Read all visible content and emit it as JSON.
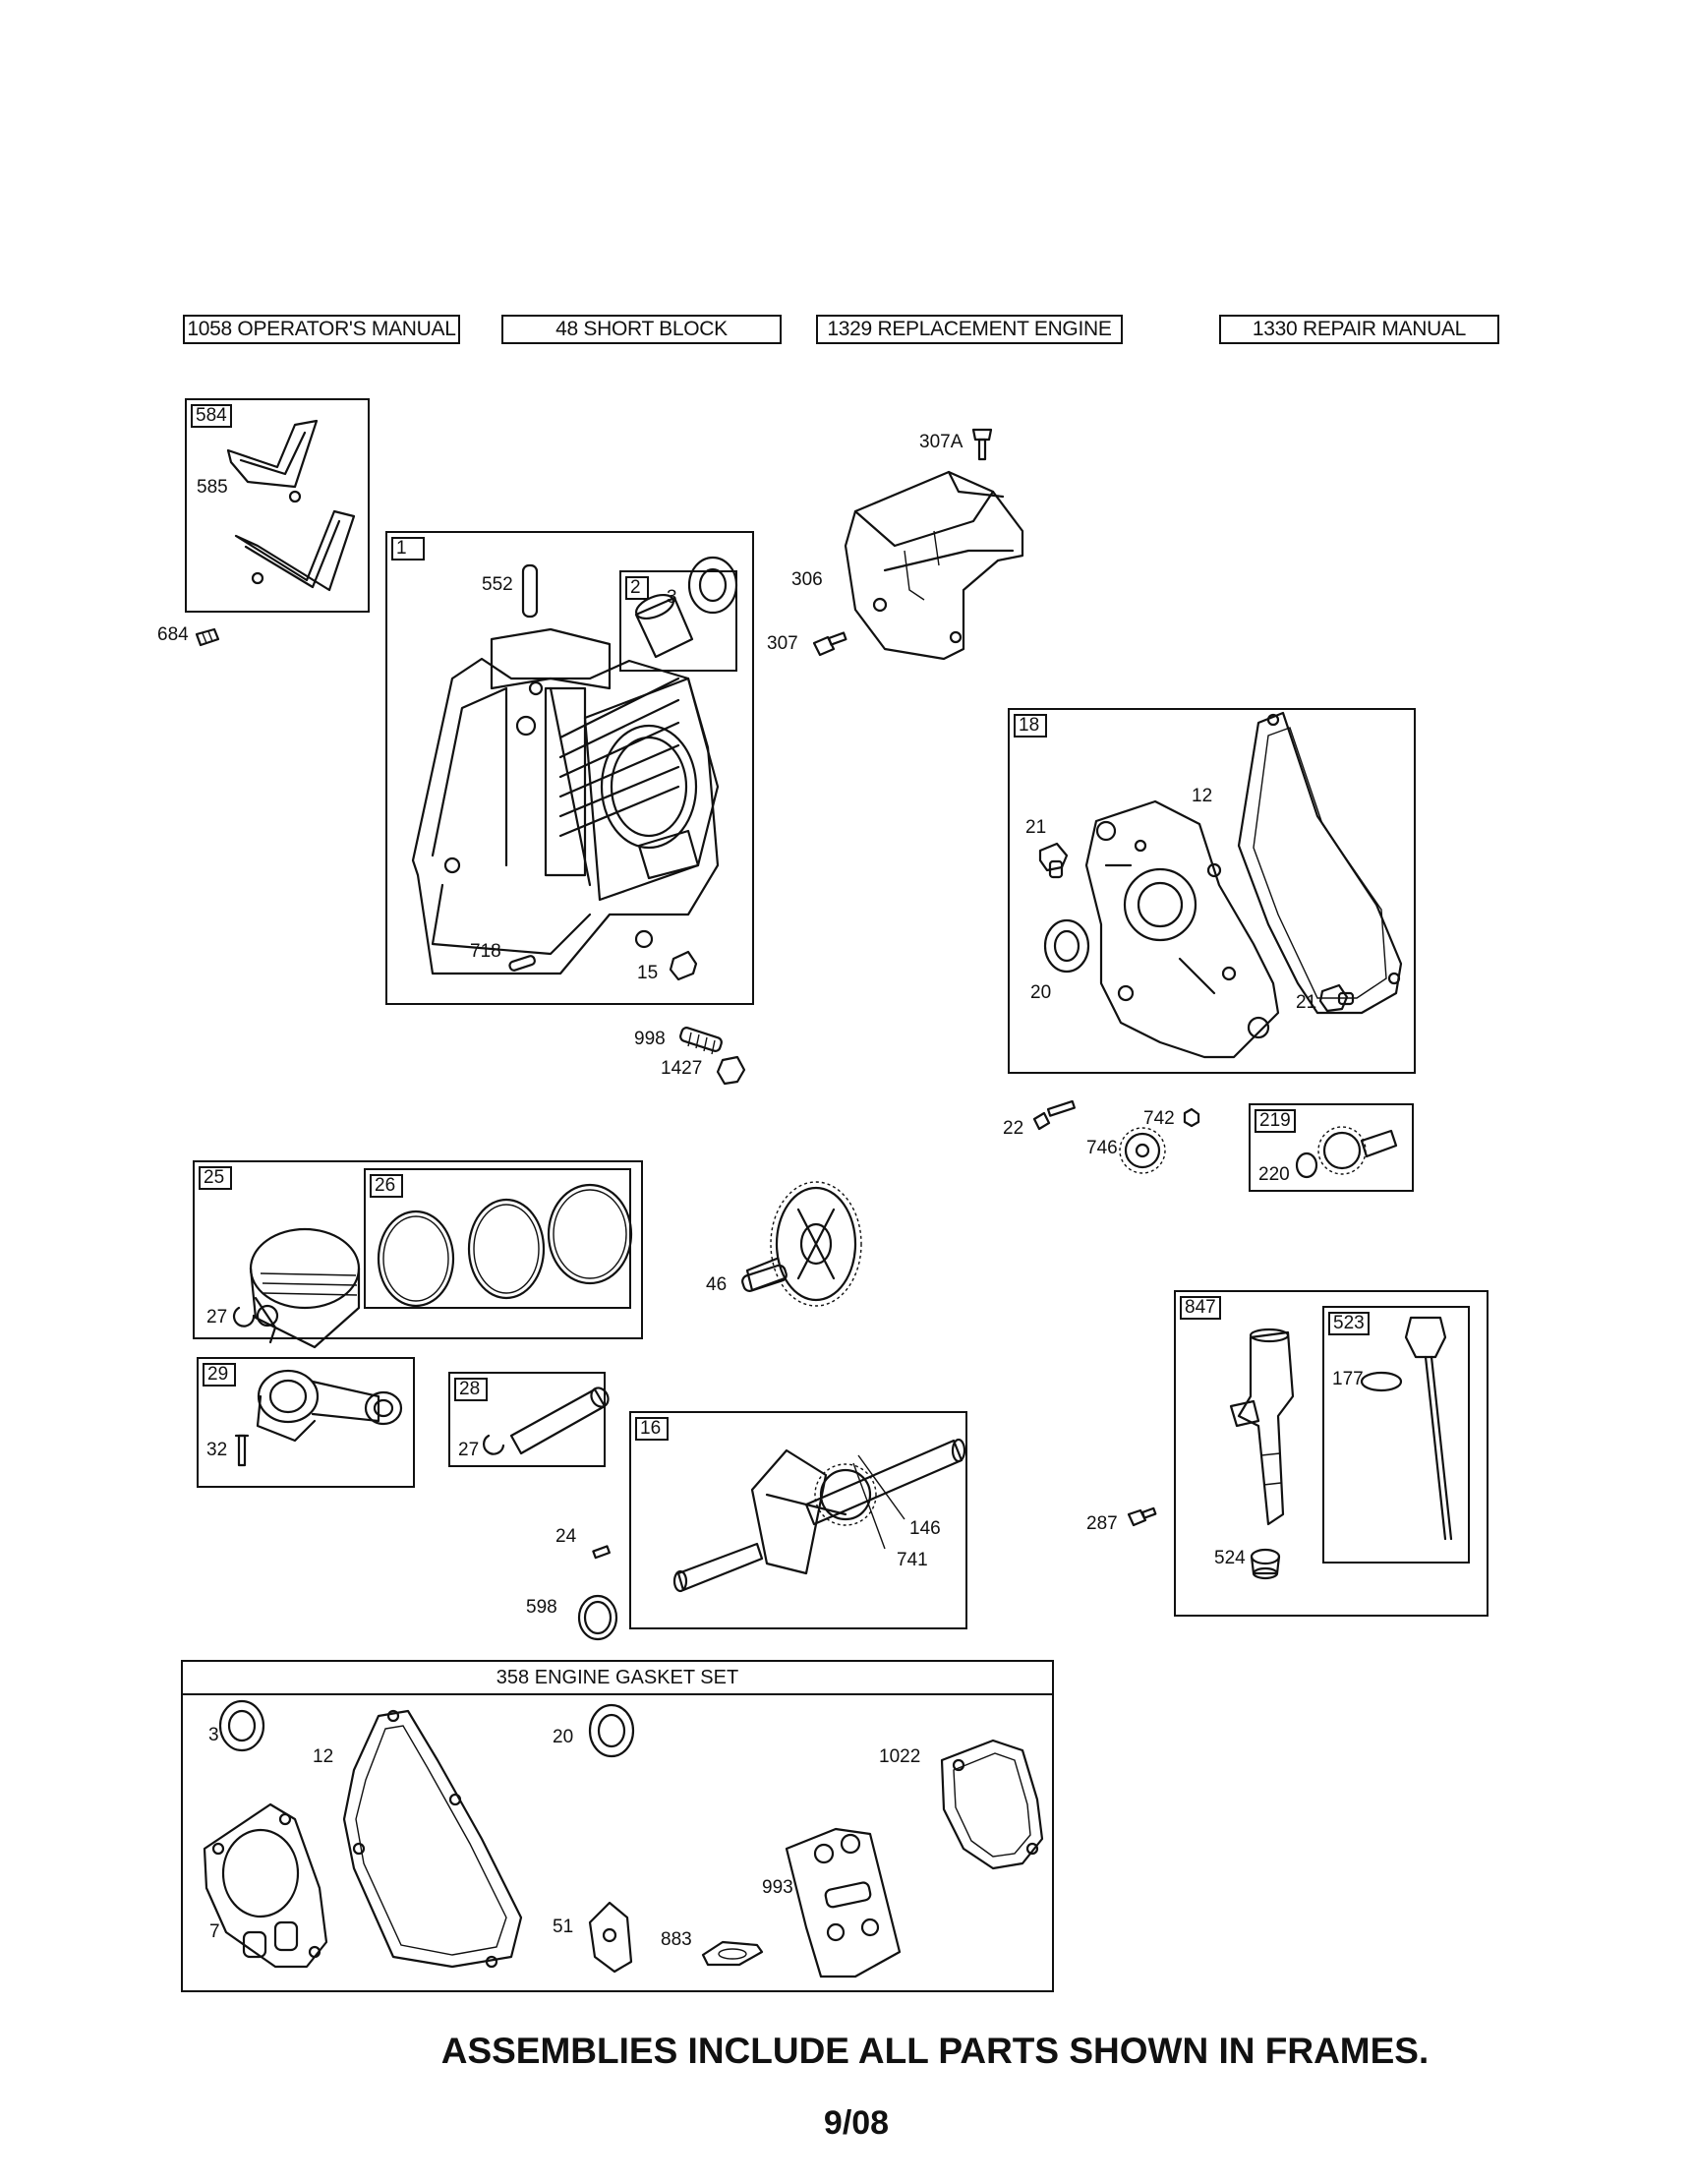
{
  "header_boxes": [
    {
      "label": "1058 OPERATOR'S MANUAL"
    },
    {
      "label": "48 SHORT BLOCK"
    },
    {
      "label": "1329 REPLACEMENT ENGINE"
    },
    {
      "label": "1330 REPAIR MANUAL"
    }
  ],
  "frames": {
    "f584": "584",
    "f1": "1",
    "f2": "2",
    "f18": "18",
    "f219": "219",
    "f25": "25",
    "f26": "26",
    "f29": "29",
    "f28": "28",
    "f16": "16",
    "f847": "847",
    "f523": "523"
  },
  "gasket_set": {
    "title": "358 ENGINE GASKET SET"
  },
  "parts": {
    "p585": "585",
    "p684": "684",
    "p552": "552",
    "p3a": "3",
    "p718": "718",
    "p15": "15",
    "p307A": "307A",
    "p306": "306",
    "p307": "307",
    "p998": "998",
    "p1427": "1427",
    "p12a": "12",
    "p21a": "21",
    "p20a": "20",
    "p21b": "21",
    "p22": "22",
    "p742": "742",
    "p746": "746",
    "p220": "220",
    "p27a": "27",
    "p46": "46",
    "p32": "32",
    "p27b": "27",
    "p24": "24",
    "p146": "146",
    "p741": "741",
    "p598": "598",
    "p177": "177",
    "p287": "287",
    "p524": "524",
    "p3b": "3",
    "p12b": "12",
    "p20b": "20",
    "p1022": "1022",
    "p7": "7",
    "p51": "51",
    "p883": "883",
    "p993": "993"
  },
  "footer": {
    "note": "ASSEMBLIES INCLUDE ALL PARTS SHOWN IN FRAMES.",
    "date": "9/08"
  }
}
